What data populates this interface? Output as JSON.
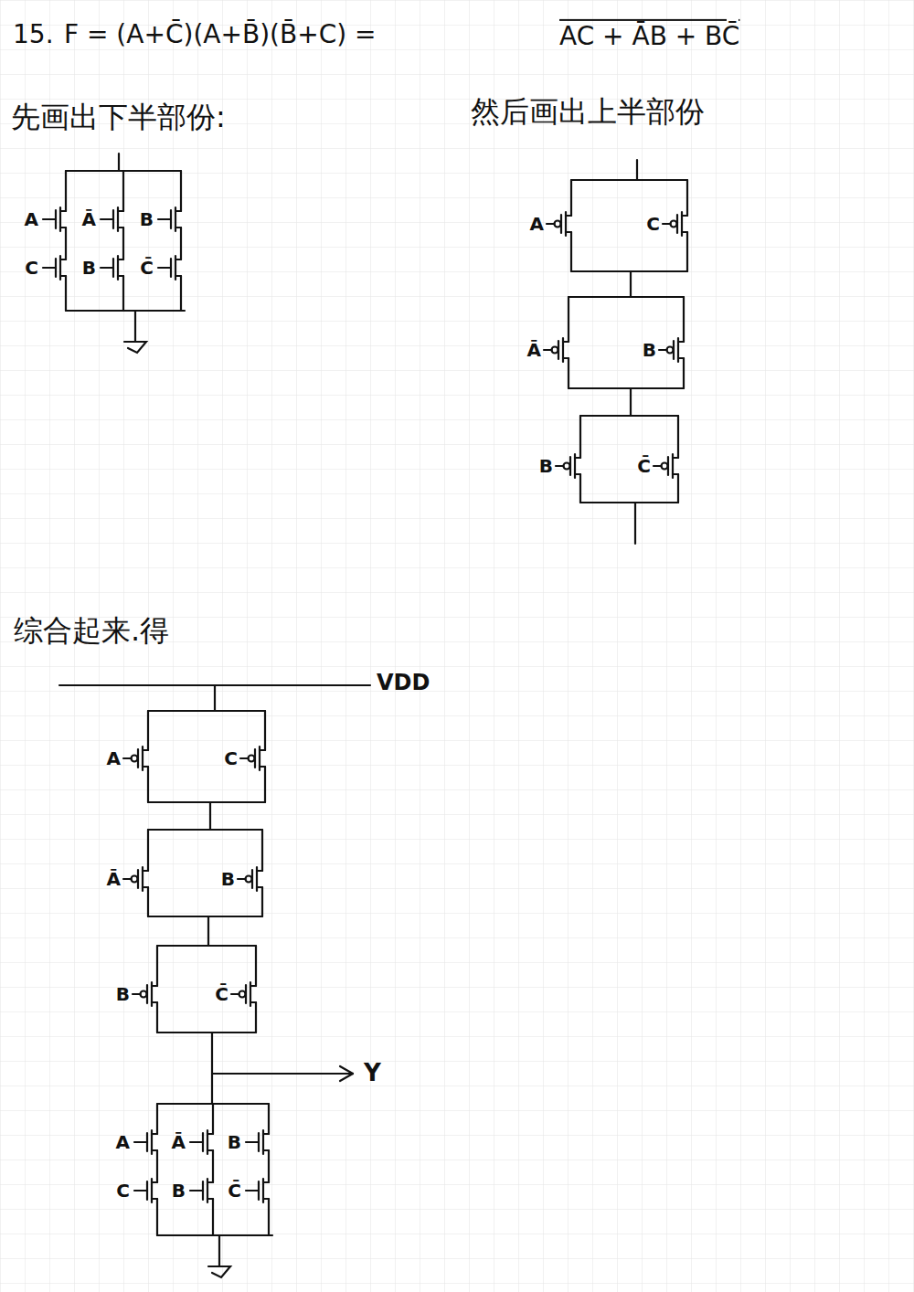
{
  "diagram": {
    "labels": [
      "15.",
      "F = (A+C̄)(A+B̄)(B̄+C) =",
      "AC + ĀB + BC̄",
      "先画出下半部份:",
      "然后画出上半部份",
      "A",
      "Ā",
      "B",
      "C",
      "B",
      "C̄",
      "A",
      "C",
      "Ā",
      "B",
      "B",
      "C̄",
      "综合起来.得",
      "VDD",
      "A",
      "C",
      "Ā",
      "B",
      "B",
      "C̄",
      "Y",
      "A",
      "Ā",
      "B",
      "C",
      "B",
      "C̄"
    ]
  }
}
